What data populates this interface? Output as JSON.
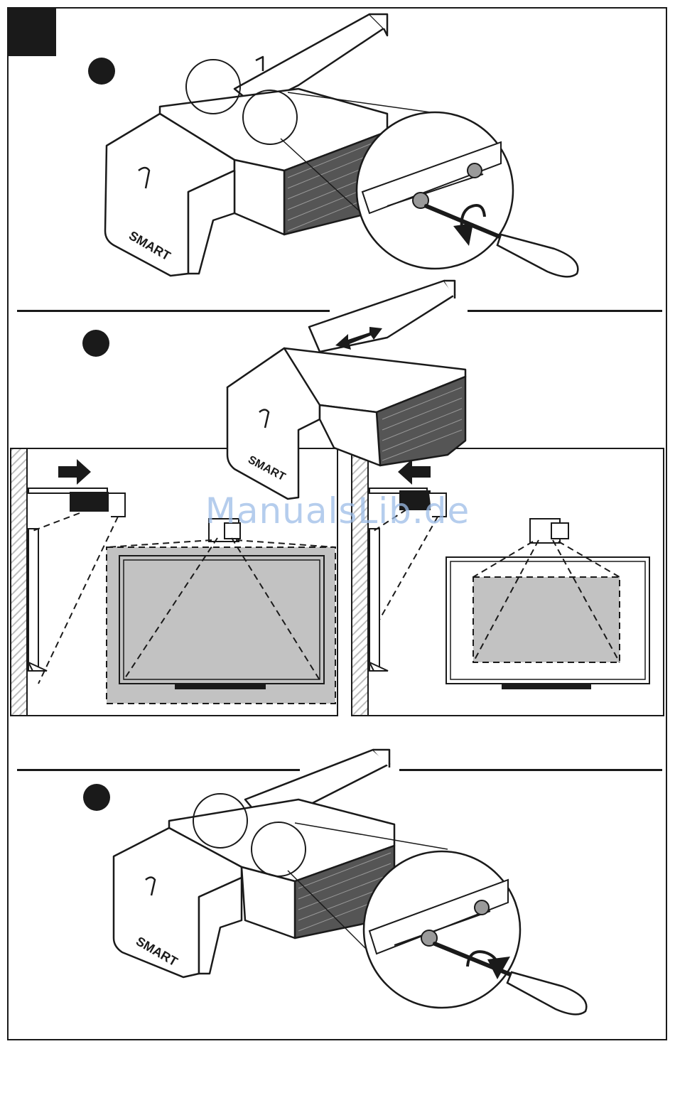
{
  "watermark": "ManualsLib.de",
  "projector_logo": "SMART",
  "board_logo": "SMART",
  "steps": [
    {
      "name": "step-1",
      "action": "loosen screw",
      "arrow": "counterclockwise"
    },
    {
      "name": "step-2",
      "action": "slide projector",
      "arrow": "double"
    },
    {
      "name": "step-3",
      "action": "tighten screw",
      "arrow": "clockwise"
    }
  ],
  "colors": {
    "ink": "#1a1a1a",
    "projection_gray": "#c2c2c2",
    "wall_hatch": "#bdbdbd",
    "watermark": "#9dbde8"
  }
}
